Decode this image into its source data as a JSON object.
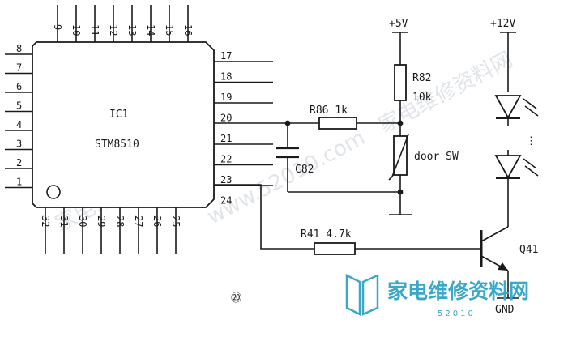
{
  "ic": {
    "ref": "IC1",
    "part": "STM8510",
    "pins_top": [
      "9",
      "10",
      "11",
      "12",
      "13",
      "14",
      "15",
      "16"
    ],
    "pins_left": [
      "8",
      "7",
      "6",
      "5",
      "4",
      "3",
      "2",
      "1"
    ],
    "pins_right": [
      "17",
      "18",
      "19",
      "20",
      "21",
      "22",
      "23",
      "24"
    ],
    "pins_bottom": [
      "32",
      "31",
      "30",
      "29",
      "28",
      "27",
      "26",
      "25"
    ]
  },
  "supplies": {
    "vcc5": "+5V",
    "vcc12": "+12V",
    "ground": "GND"
  },
  "components": {
    "r82_ref": "R82",
    "r82_value": "10k",
    "r86": "R86 1k",
    "c82": "C82",
    "door_switch": "door SW",
    "r41": "R41 4.7k",
    "q41": "Q41"
  },
  "led_ellipsis": "⋮",
  "figure_number": "⑳",
  "watermark": {
    "site_name": "家电维修资料网",
    "url": "52010",
    "diagonal_text": "家电维修资料网",
    "diagonal_url": "www.52010.com",
    "logo_color": "#3aa8c8"
  }
}
